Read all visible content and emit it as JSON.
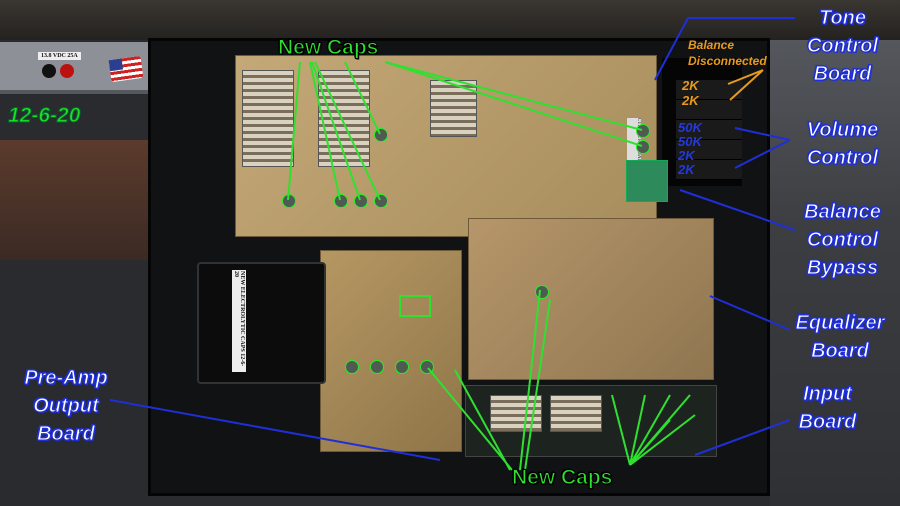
{
  "photo": {
    "date": "12-6-20",
    "psu_label": "13.8 VDC 25A",
    "transformer_label": "NEW ELECTROLYTIC CAPS 12-6-20",
    "control_label": "CTRL BYPASS BALANCE"
  },
  "annotations": {
    "new_caps_top": "New Caps",
    "new_caps_bottom": "New Caps",
    "tone_control_board": [
      "Tone",
      "Control",
      "Board"
    ],
    "balance_disconnected": [
      "Balance",
      "Disconnected"
    ],
    "balance_pots": [
      "2K",
      "2K"
    ],
    "volume_pots": [
      "50K",
      "50K",
      "2K",
      "2K"
    ],
    "volume_control": [
      "Volume",
      "Control"
    ],
    "balance_control_bypass": [
      "Balance",
      "Control",
      "Bypass"
    ],
    "equalizer_board": [
      "Equalizer",
      "Board"
    ],
    "input_board": [
      "Input",
      "Board"
    ],
    "pre_amp_output_board": [
      "Pre-Amp",
      "Output",
      "Board"
    ]
  },
  "colors": {
    "label_outline": "#1f2fd8",
    "caps": "#30e030",
    "balance": "#e89a1e"
  }
}
